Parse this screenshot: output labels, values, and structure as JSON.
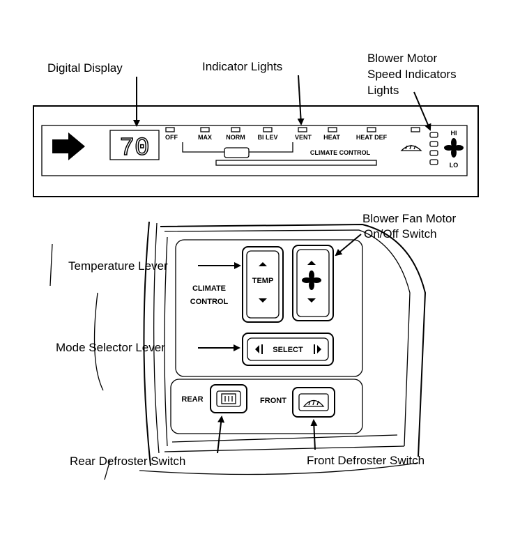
{
  "callouts": {
    "digital_display": "Digital Display",
    "indicator_lights": "Indicator Lights",
    "blower_speed_line1": "Blower Motor",
    "blower_speed_line2": "Speed Indicators",
    "blower_speed_line3": "Lights",
    "blower_switch_line1": "Blower Fan Motor",
    "blower_switch_line2": "On/Off Switch",
    "temperature_lever": "Temperature Lever",
    "mode_selector_lever": "Mode Selector Lever",
    "rear_defroster_switch": "Rear Defroster Switch",
    "front_defroster_switch": "Front Defroster Switch"
  },
  "display_panel": {
    "digits": "70",
    "modes": [
      "OFF",
      "MAX",
      "NORM",
      "BI LEV",
      "VENT",
      "HEAT",
      "HEAT DEF"
    ],
    "climate_control": "CLIMATE CONTROL",
    "hi": "HI",
    "lo": "LO"
  },
  "control_panel": {
    "climate_line1": "CLIMATE",
    "climate_line2": "CONTROL",
    "temp": "TEMP",
    "select": "SELECT",
    "rear": "REAR",
    "front": "FRONT"
  }
}
